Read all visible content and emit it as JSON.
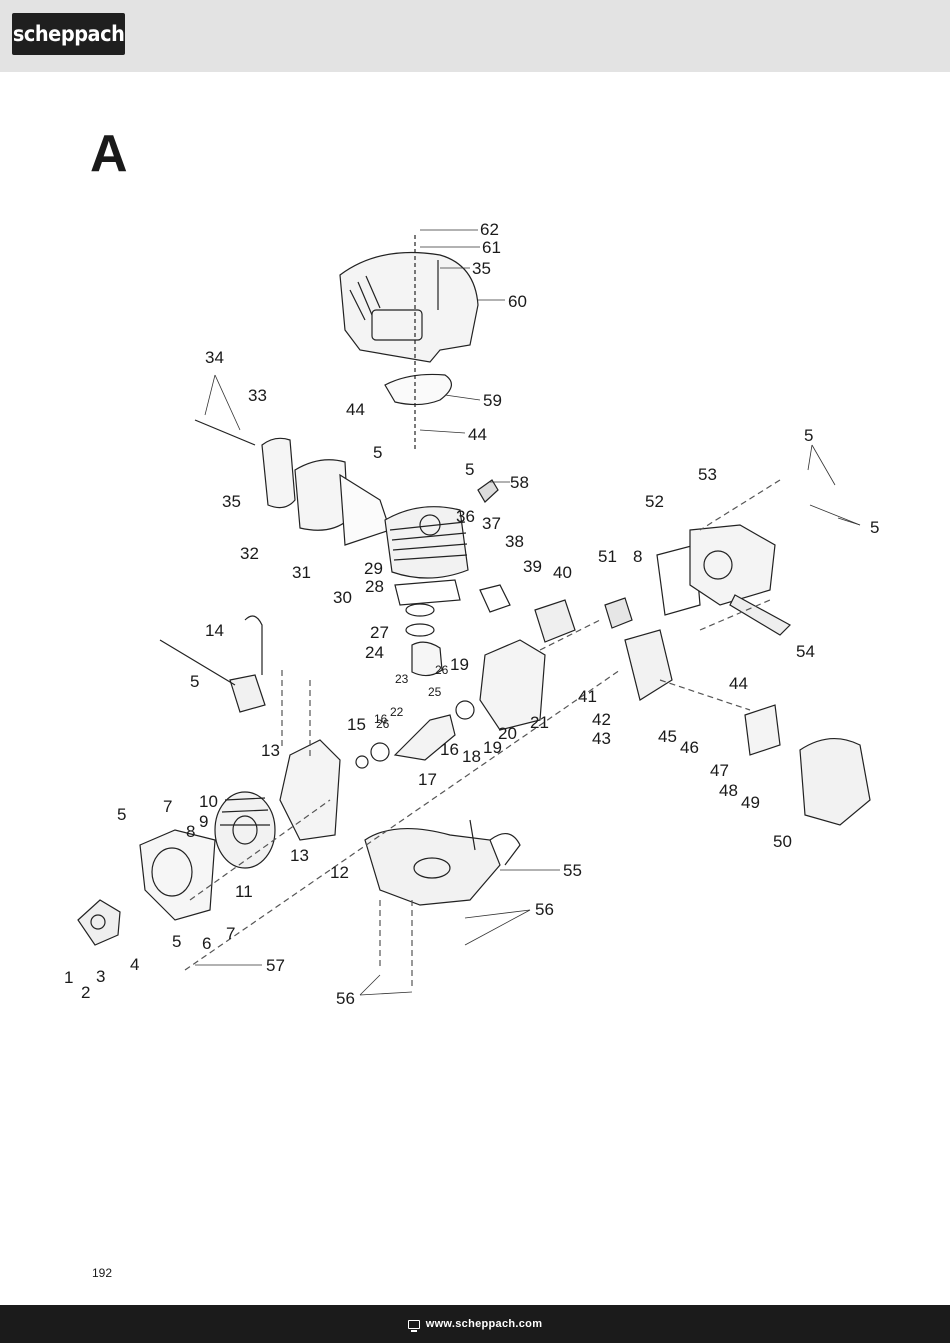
{
  "brand": {
    "logo_text": "scheppach"
  },
  "section_letter": "A",
  "diagram": {
    "callouts": [
      "62",
      "61",
      "35",
      "60",
      "34",
      "33",
      "59",
      "44",
      "44",
      "35",
      "5",
      "5",
      "58",
      "32",
      "31",
      "36",
      "37",
      "38",
      "39",
      "40",
      "30",
      "29",
      "28",
      "27",
      "24",
      "26",
      "19",
      "23",
      "26",
      "22",
      "25",
      "16",
      "14",
      "5",
      "15",
      "16",
      "18",
      "19",
      "20",
      "21",
      "17",
      "13",
      "13",
      "12",
      "5",
      "7",
      "8",
      "9",
      "10",
      "11",
      "5",
      "6",
      "7",
      "4",
      "3",
      "2",
      "1",
      "57",
      "56",
      "56",
      "55",
      "5",
      "5",
      "53",
      "52",
      "8",
      "51",
      "54",
      "41",
      "42",
      "43",
      "44",
      "45",
      "46",
      "47",
      "48",
      "49",
      "50"
    ]
  },
  "footer": {
    "page_number": "192",
    "website": "www.scheppach.com"
  }
}
